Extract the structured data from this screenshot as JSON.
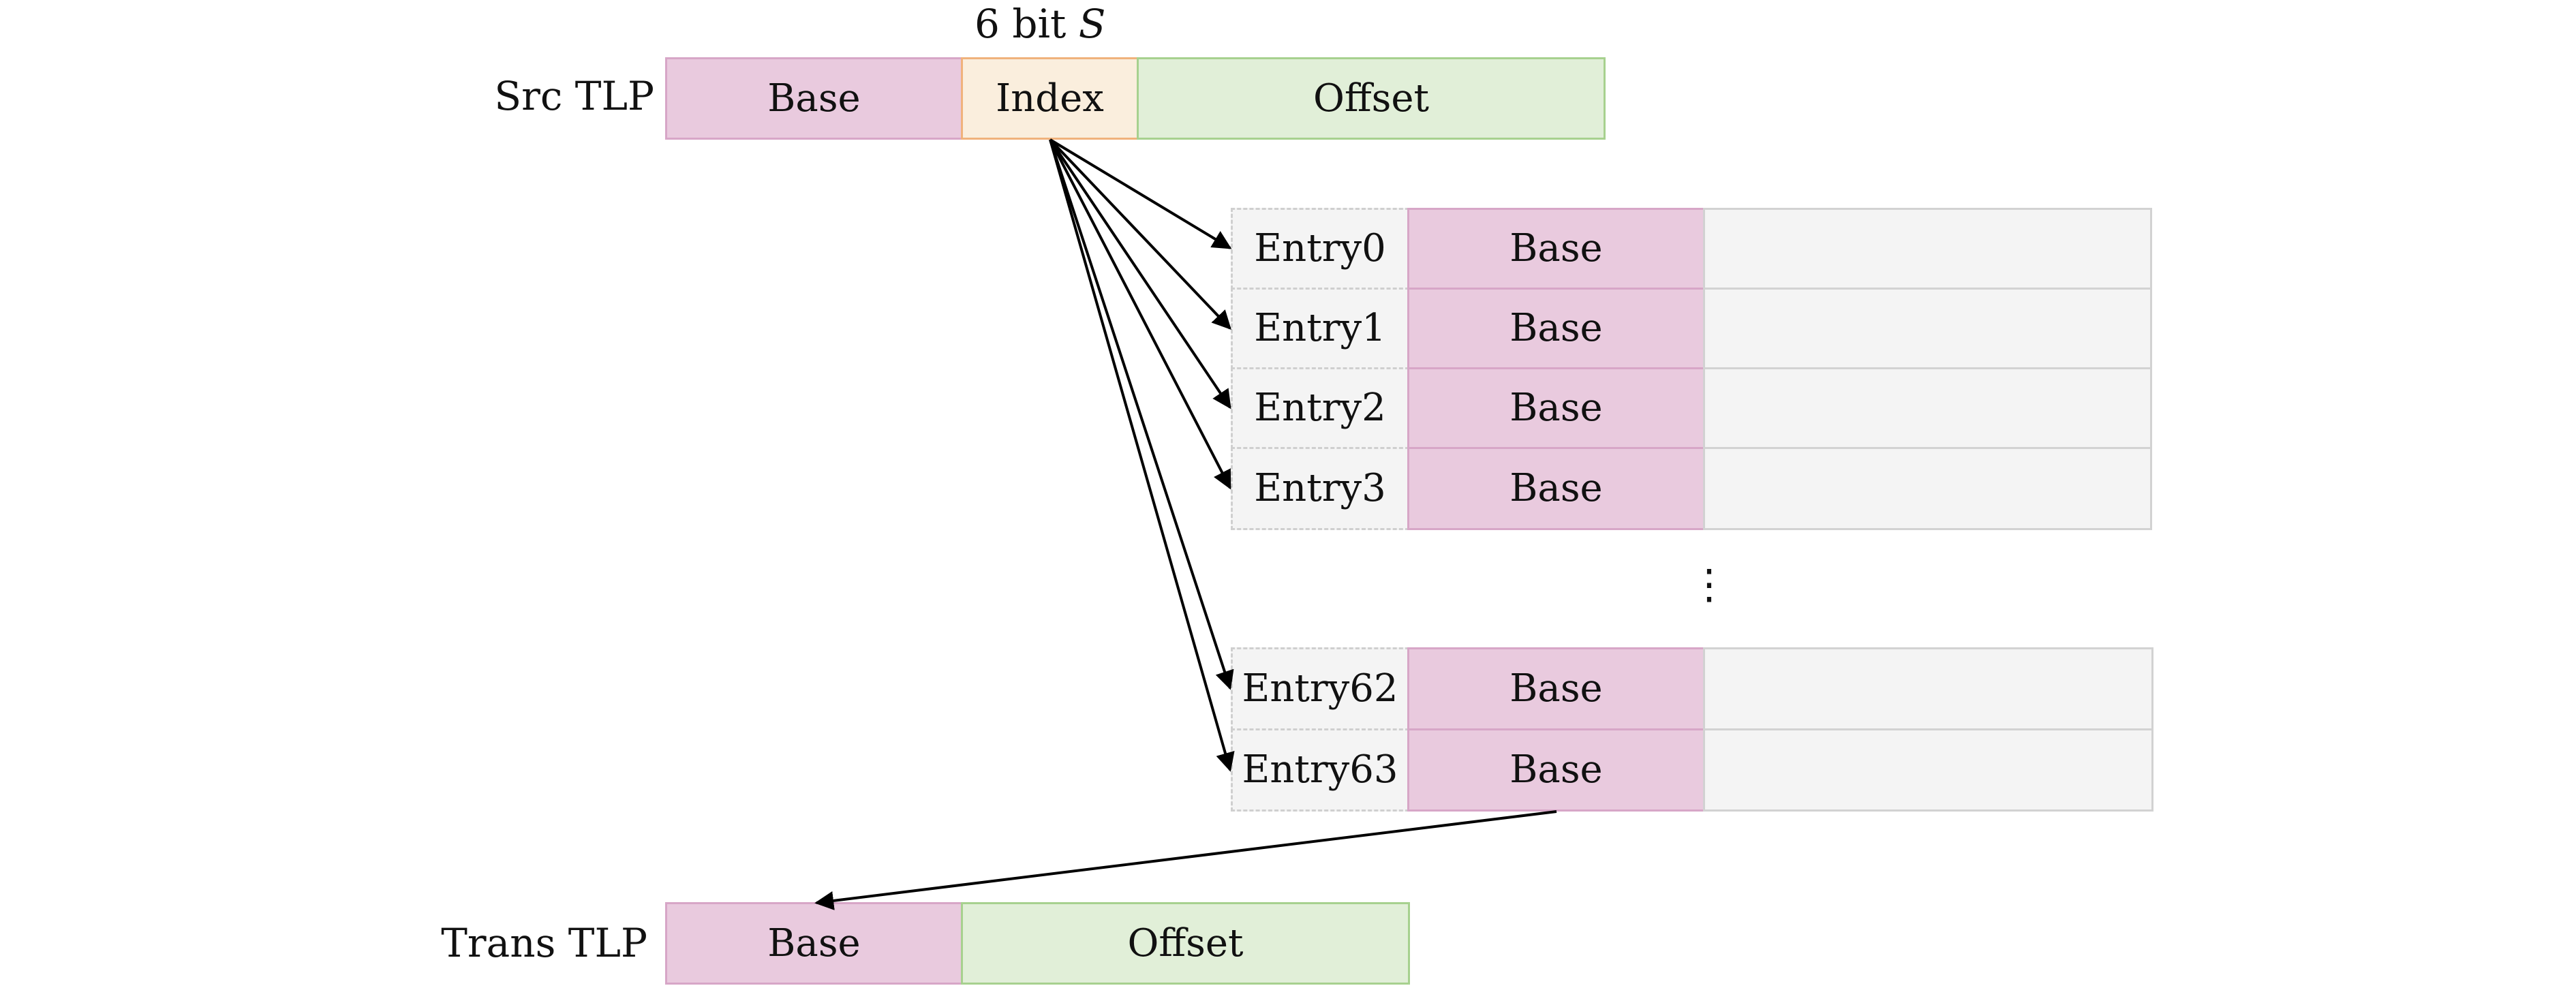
{
  "top_label": {
    "prefix": "6 bit",
    "var": "S"
  },
  "src_tlp": {
    "label": "Src TLP",
    "base": "Base",
    "index": "Index",
    "offset": "Offset"
  },
  "table": {
    "entries": [
      {
        "name": "Entry0",
        "base": "Base"
      },
      {
        "name": "Entry1",
        "base": "Base"
      },
      {
        "name": "Entry2",
        "base": "Base"
      },
      {
        "name": "Entry3",
        "base": "Base"
      },
      {
        "name": "Entry62",
        "base": "Base"
      },
      {
        "name": "Entry63",
        "base": "Base"
      }
    ],
    "ellipsis": "⋮"
  },
  "trans_tlp": {
    "label": "Trans TLP",
    "base": "Base",
    "offset": "Offset"
  }
}
